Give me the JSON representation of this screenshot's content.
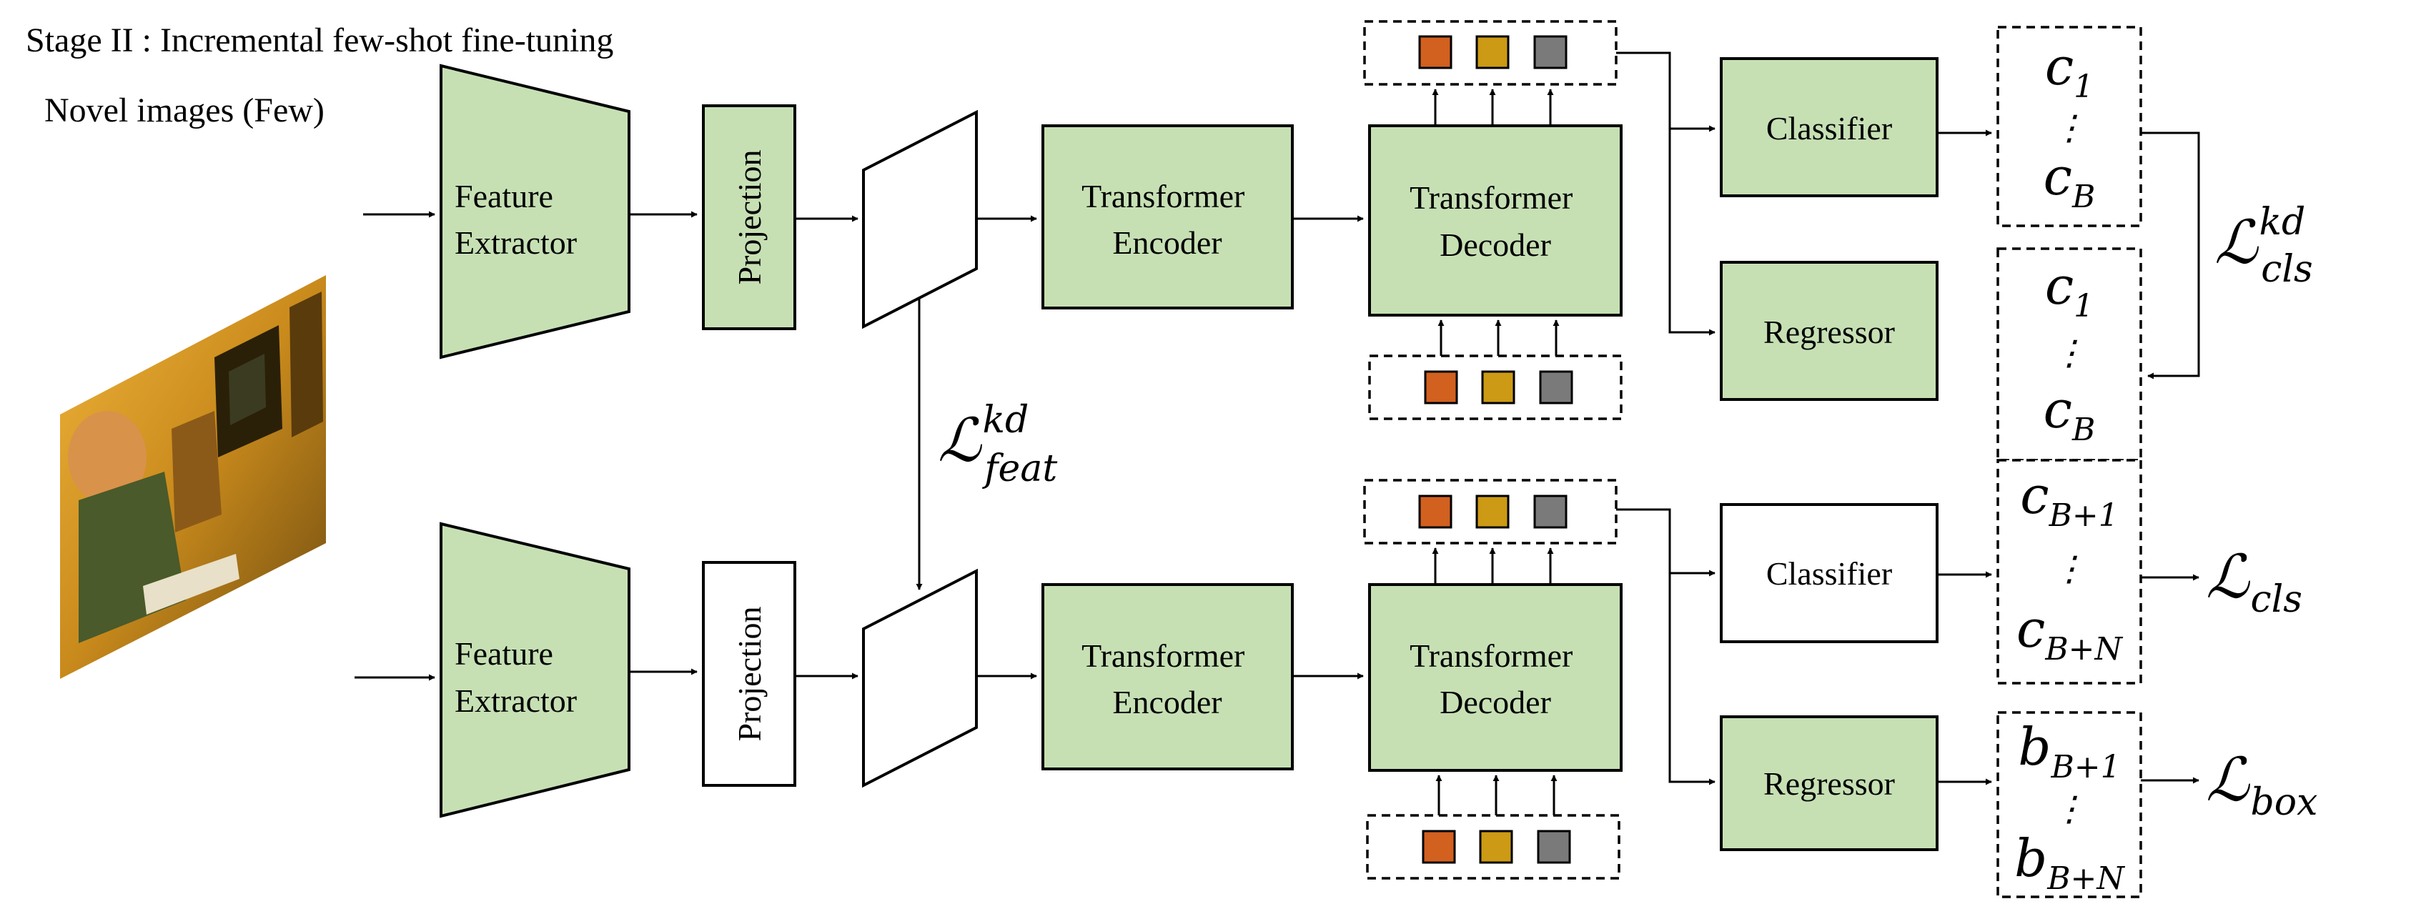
{
  "header": {
    "title": "Stage II : Incremental few-shot fine-tuning",
    "input_label": "Novel images (Few)"
  },
  "top_branch": {
    "feature_extractor": [
      "Feature",
      "Extractor"
    ],
    "projection": "Projection",
    "encoder": [
      "Transformer",
      "Encoder"
    ],
    "decoder": [
      "Transformer",
      "Decoder"
    ],
    "classifier": "Classifier",
    "regressor": "Regressor"
  },
  "bottom_branch": {
    "feature_extractor": [
      "Feature",
      "Extractor"
    ],
    "projection": "Projection",
    "encoder": [
      "Transformer",
      "Encoder"
    ],
    "decoder": [
      "Transformer",
      "Decoder"
    ],
    "classifier": "Classifier",
    "regressor": "Regressor"
  },
  "outputs": {
    "top_cls": {
      "first": "c",
      "first_sub": "1",
      "dots": "⋮",
      "last": "c",
      "last_sub": "B"
    },
    "top_reg": {
      "first": "c",
      "first_sub": "1",
      "dots": "⋮",
      "last": "c",
      "last_sub": "B"
    },
    "bottom_cls": {
      "first": "c",
      "first_sub": "B+1",
      "dots": "⋮",
      "last": "c",
      "last_sub": "B+N"
    },
    "bottom_reg": {
      "first": "b",
      "first_sub": "B+1",
      "dots": "⋮",
      "last": "b",
      "last_sub": "B+N"
    }
  },
  "losses": {
    "feat_kd": {
      "symbol": "ℒ",
      "sup": "kd",
      "sub": "feat"
    },
    "cls_kd": {
      "symbol": "ℒ",
      "sup": "kd",
      "sub": "cls"
    },
    "cls": {
      "symbol": "ℒ",
      "sub": "cls"
    },
    "box": {
      "symbol": "ℒ",
      "sub": "box"
    }
  },
  "colors": {
    "module_green": "#c6e0b4",
    "query_orange": "#d2601f",
    "query_gold": "#cc9a14",
    "query_gray": "#7a7a7a"
  },
  "icons": {
    "input_photo": "person-with-television-photo"
  }
}
